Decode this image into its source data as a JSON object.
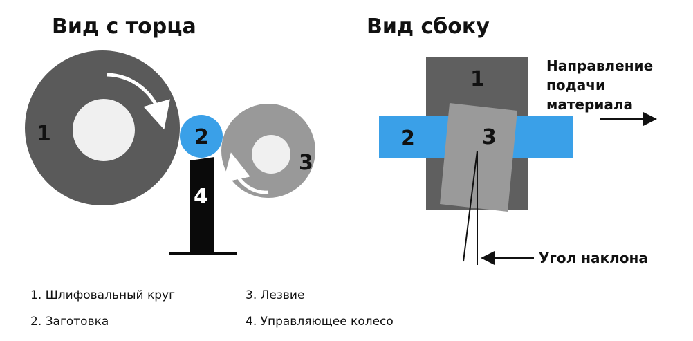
{
  "titles": {
    "end_view": "Вид с торца",
    "side_view": "Вид сбоку"
  },
  "numbers": {
    "n1": "1",
    "n2": "2",
    "n3": "3",
    "n4": "4"
  },
  "side_labels": {
    "feed_line1": "Направление",
    "feed_line2": "подачи",
    "feed_line3": "материала",
    "angle": "Угол наклона"
  },
  "legend": {
    "item1": "1. Шлифовальный круг",
    "item2": "2. Заготовка",
    "item3": "3. Лезвие",
    "item4": "4. Управляющее колесо"
  },
  "colors": {
    "grinding_wheel": "#5a5a5a",
    "workpiece": "#3aa0e8",
    "regulating_wheel": "#999999",
    "blade": "#0a0a0a",
    "hub": "#f0f0f0",
    "side_wheel": "#5f5f5f",
    "side_blade": "#9a9a9a"
  },
  "icons": [
    "rotation-arrow-icon",
    "feed-direction-arrow-icon",
    "angle-pointer-arrow-icon"
  ]
}
